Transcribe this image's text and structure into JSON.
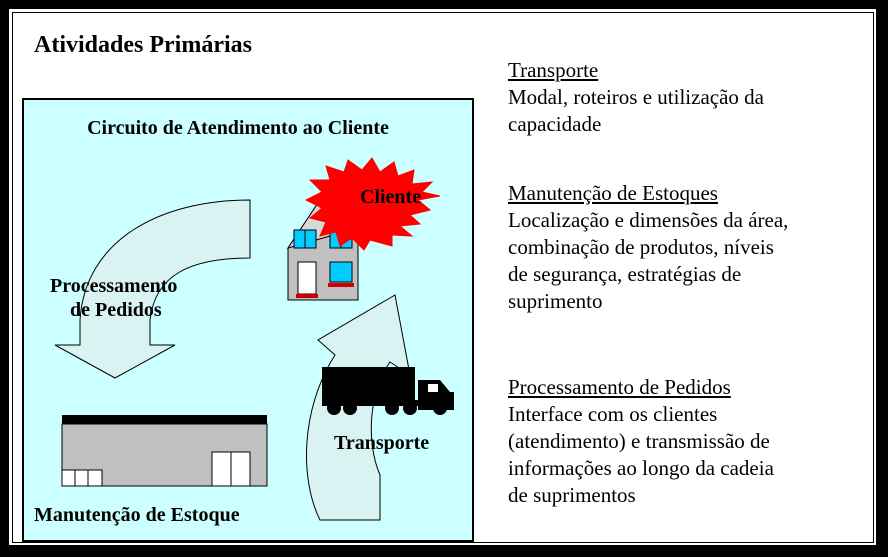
{
  "title": "Atividades Primárias",
  "diagram": {
    "panel_title": "Circuito de Atendimento ao Cliente",
    "customer_label": "Cliente",
    "order_processing_label_1": "Processamento",
    "order_processing_label_2": "de Pedidos",
    "transport_label": "Transporte",
    "warehouse_label": "Manutenção de Estoque"
  },
  "sections": [
    {
      "heading": "Transporte",
      "lines": [
        "Modal, roteiros e utilização da",
        "capacidade"
      ]
    },
    {
      "heading": "Manutenção de Estoques",
      "lines": [
        "Localização e dimensões da área,",
        "combinação de produtos, níveis",
        "de segurança, estratégias de",
        "suprimento"
      ]
    },
    {
      "heading": "Processamento de Pedidos",
      "lines": [
        "Interface com os clientes",
        "(atendimento) e transmissão de",
        "informações ao longo da cadeia",
        "de suprimentos"
      ]
    }
  ],
  "colors": {
    "panel_bg": "#ccffff",
    "arrow_fill": "#d9f2f2",
    "starburst": "#ff0000",
    "window": "#00ccff",
    "building": "#c0c0c0"
  }
}
